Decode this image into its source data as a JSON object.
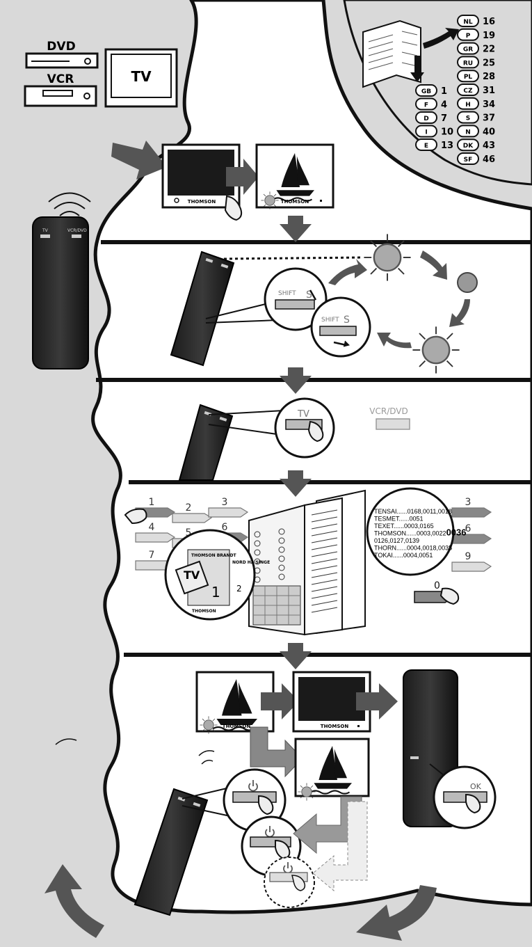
{
  "devices": {
    "dvd": "DVD",
    "vcr": "VCR",
    "tv": "TV"
  },
  "brand": "THOMSON",
  "lang_left": [
    {
      "code": "GB",
      "page": "1"
    },
    {
      "code": "F",
      "page": "4"
    },
    {
      "code": "D",
      "page": "7"
    },
    {
      "code": "I",
      "page": "10"
    },
    {
      "code": "E",
      "page": "13"
    }
  ],
  "lang_right": [
    {
      "code": "NL",
      "page": "16"
    },
    {
      "code": "P",
      "page": "19"
    },
    {
      "code": "GR",
      "page": "22"
    },
    {
      "code": "RU",
      "page": "25"
    },
    {
      "code": "PL",
      "page": "28"
    },
    {
      "code": "CZ",
      "page": "31"
    },
    {
      "code": "H",
      "page": "34"
    },
    {
      "code": "S",
      "page": "37"
    },
    {
      "code": "N",
      "page": "40"
    },
    {
      "code": "DK",
      "page": "43"
    },
    {
      "code": "SF",
      "page": "46"
    }
  ],
  "remote": {
    "tv": "TV",
    "vcr_dvd": "VCR/DVD"
  },
  "keys": {
    "shift": "SHIFT",
    "s": "S",
    "tv": "TV",
    "vcr_dvd": "VCR/DVD",
    "ok": "OK",
    "zero": "0"
  },
  "keypad_left": [
    "1",
    "2",
    "3",
    "4",
    "5",
    "6",
    "7"
  ],
  "keypad_right": [
    "3",
    "6",
    "9"
  ],
  "code_table": [
    {
      "brand": "TENSAI",
      "codes": "0168,0011,0018"
    },
    {
      "brand": "TESMET",
      "codes": "0051"
    },
    {
      "brand": "TEXET",
      "codes": "0003,0165"
    },
    {
      "brand": "THOMSON",
      "codes": "0003,0022",
      "highlight": "0036"
    },
    {
      "brand": "",
      "codes": "0126,0127,0139"
    },
    {
      "brand": "THORN",
      "codes": "0004,0018,0035"
    },
    {
      "brand": "TOKAI",
      "codes": "0004,0051"
    }
  ],
  "booklet_inset": {
    "header": "THOMSON BRANDT",
    "tv": "TV",
    "num1": "1",
    "num2": "2",
    "side": "NORD HA SINGE",
    "footer": "THOMSON"
  }
}
